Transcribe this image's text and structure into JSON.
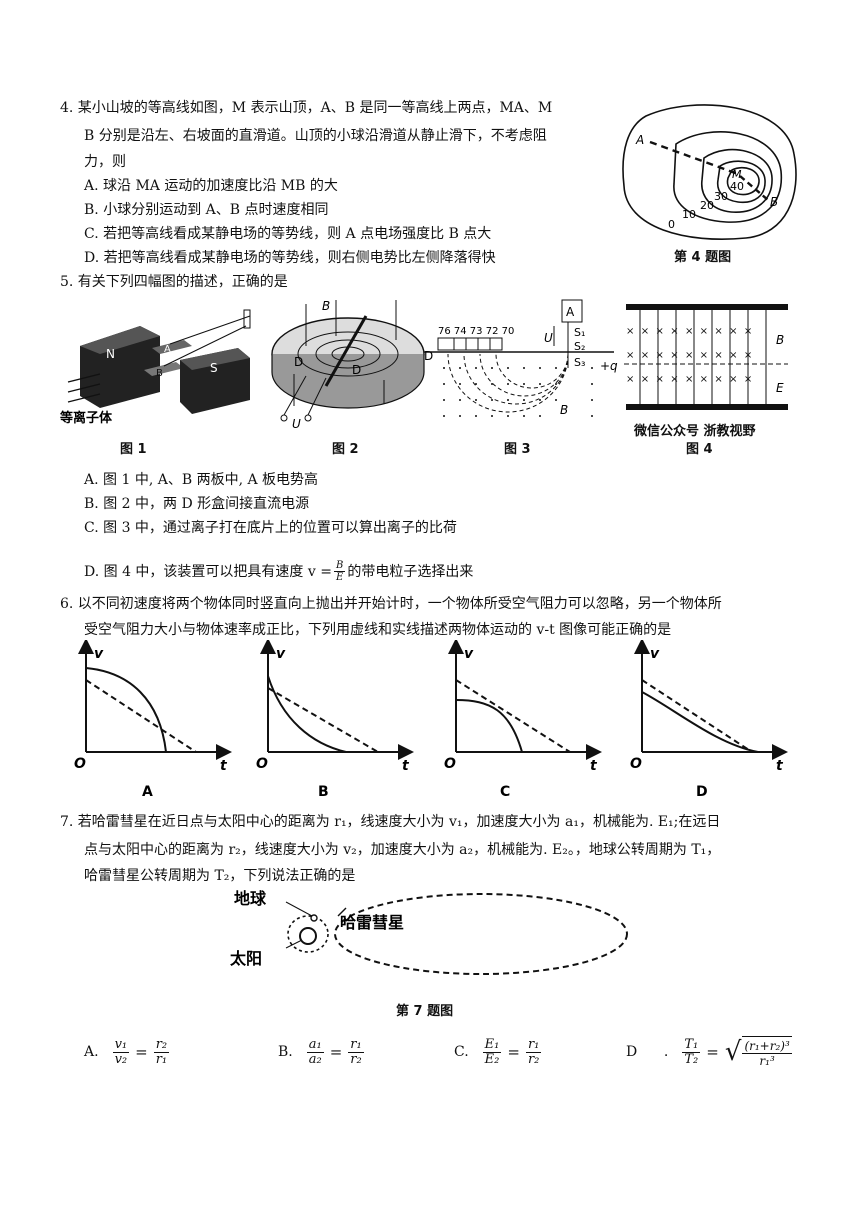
{
  "q4": {
    "stem_lines": [
      "4. 某小山坡的等高线如图，M 表示山顶，A、B 是同一等高线上两点，MA、M",
      "B 分别是沿左、右坡面的直滑道。山顶的小球沿滑道从静止滑下，不考虑阻",
      "力，则"
    ],
    "options": [
      "A. 球沿 MA  运动的加速度比沿 MB  的大",
      "B. 小球分别运动到 A、B 点时速度相同",
      "C. 若把等高线看成某静电场的等势线，则 A 点电场强度比  B  点大",
      "D. 若把等高线看成某静电场的等势线，则右侧电势比左侧降落得快"
    ],
    "figure": {
      "caption": "第 4 题图",
      "labels": {
        "A": "A",
        "M": "M",
        "B": "B"
      },
      "contour_values": [
        "0",
        "10",
        "20",
        "30",
        "40"
      ]
    }
  },
  "q5": {
    "stem": "5. 有关下列四幅图的描述，正确的是",
    "fig1": {
      "caption": "图 1",
      "label": "等离子体",
      "plates": [
        "N",
        "A",
        "B",
        "S"
      ]
    },
    "fig2": {
      "caption": "图 2",
      "labels": [
        "B",
        "D",
        "D",
        "U"
      ]
    },
    "fig3": {
      "caption": "图 3",
      "labels": [
        "76 74 73 72 70",
        "U",
        "A",
        "S₁",
        "S₂",
        "S₃",
        "D",
        "B"
      ]
    },
    "fig4": {
      "caption": "图 4",
      "labels": [
        "B",
        "E",
        "+q"
      ],
      "watermark": "微信公众号 浙教视野"
    },
    "options": [
      "A. 图 1 中, A、B 两板中, A  板电势高",
      "B. 图 2 中，两 D  形盒间接直流电源",
      "C. 图 3 中，通过离子打在底片上的位置可以算出离子的比荷"
    ],
    "option_d_prefix": "D. 图 4 中，该装置可以把具有速度  v =",
    "option_d_num": "B",
    "option_d_den": "E",
    "option_d_suffix": "的带电粒子选择出来"
  },
  "q6": {
    "stem_lines": [
      "6. 以不同初速度将两个物体同时竖直向上抛出并开始计时，一个物体所受空气阻力可以忽略，另一个物体所",
      "受空气阻力大小与物体速率成正比，下列用虚线和实线描述两物体运动的 v-t 图像可能正确的是"
    ],
    "graphs": [
      {
        "label": "A",
        "v": "v",
        "t": "t",
        "o": "O"
      },
      {
        "label": "B",
        "v": "v",
        "t": "t",
        "o": "O"
      },
      {
        "label": "C",
        "v": "v",
        "t": "t",
        "o": "O"
      },
      {
        "label": "D",
        "v": "v",
        "t": "t",
        "o": "O"
      }
    ]
  },
  "q7": {
    "stem_lines": [
      "7. 若哈雷彗星在近日点与太阳中心的距离为 r₁，线速度大小为 v₁，加速度大小为  a₁，机械能为.  E₁;在远日",
      "点与太阳中心的距离为 r₂，线速度大小为  v₂，加速度大小为 a₂，机械能为.  E₂。，地球公转周期为 T₁，",
      "哈雷彗星公转周期为 T₂，下列说法正确的是"
    ],
    "figure": {
      "caption": "第 7 题图",
      "earth": "地球",
      "comet": "哈雷彗星",
      "sun": "太阳"
    },
    "options": [
      {
        "label": "A.",
        "lhs_num": "v₁",
        "lhs_den": "v₂",
        "rhs_num": "r₂",
        "rhs_den": "r₁"
      },
      {
        "label": "B.",
        "lhs_num": "a₁",
        "lhs_den": "a₂",
        "rhs_num": "r₁",
        "rhs_den": "r₂"
      },
      {
        "label": "C.",
        "lhs_num": "E₁",
        "lhs_den": "E₂",
        "rhs_num": "r₁",
        "rhs_den": "r₂"
      },
      {
        "label": "D      .",
        "lhs_num": "T₁",
        "lhs_den": "T₂",
        "rhs_num": "(r₁+r₂)³",
        "rhs_den": "r₁³"
      }
    ]
  }
}
